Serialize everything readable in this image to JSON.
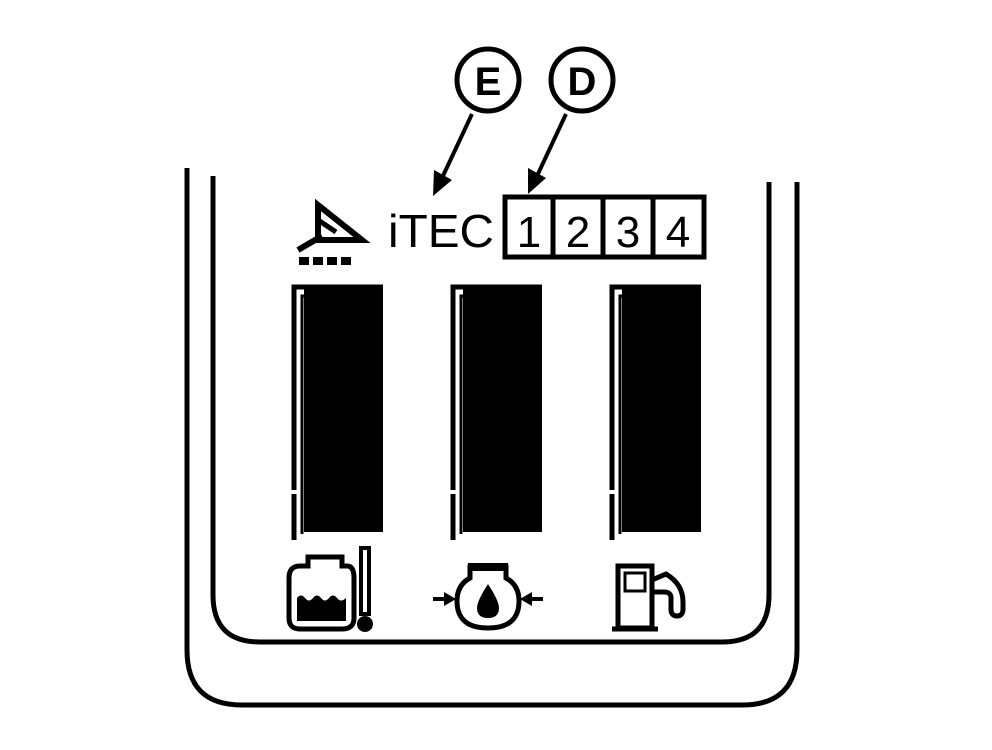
{
  "callouts": [
    {
      "id": "E",
      "label": "E"
    },
    {
      "id": "D",
      "label": "D"
    }
  ],
  "brand_label": "iTEC",
  "gear_boxes": [
    "1",
    "2",
    "3",
    "4"
  ],
  "gauges": [
    {
      "name": "coolant-temperature",
      "icon": "coolant-temperature-icon",
      "level": 1.0
    },
    {
      "name": "oil-pressure",
      "icon": "oil-pressure-icon",
      "level": 1.0
    },
    {
      "name": "fuel-level",
      "icon": "fuel-pump-icon",
      "level": 1.0
    }
  ],
  "top_left_icon": "itec-warning-icon",
  "colors": {
    "ink": "#000000",
    "paper": "#ffffff"
  }
}
